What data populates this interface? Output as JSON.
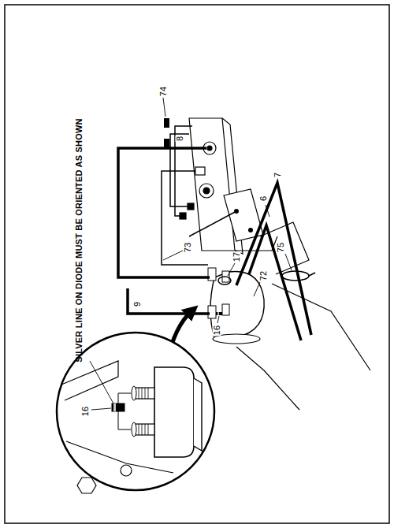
{
  "diagram": {
    "labels": [
      "SILVER LINE ON DIODE MUST BE ORIENTED AS SHOWN",
      "74",
      "8",
      "7",
      "6",
      "75",
      "73",
      "17",
      "72",
      "9",
      "16",
      "16"
    ]
  }
}
